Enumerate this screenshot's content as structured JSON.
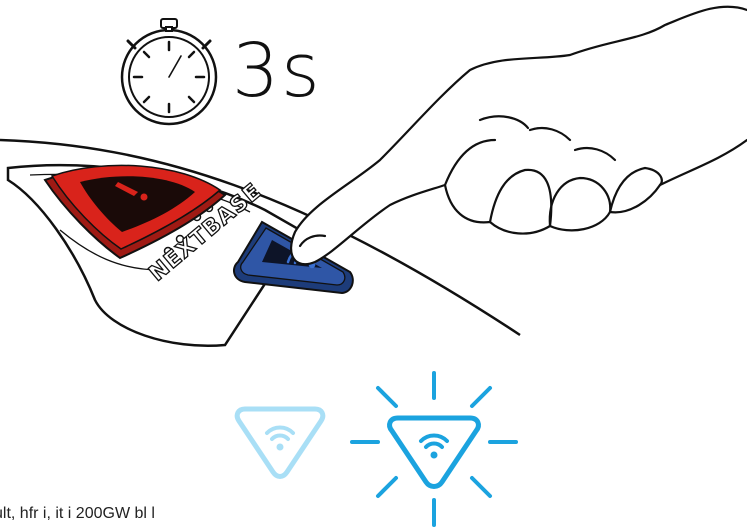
{
  "timer": {
    "icon": "stopwatch-icon",
    "duration_label": "3s"
  },
  "device": {
    "brand_text": "NEXTBASE",
    "emergency_button_icon": "exclamation-icon",
    "wifi_button_icon": "wifi-icon"
  },
  "hand_icon": "pointing-hand-icon",
  "indicators": {
    "off": {
      "icon": "wifi-triangle-icon",
      "color": "#a9dff6"
    },
    "on": {
      "icon": "wifi-triangle-icon",
      "color": "#1ba3df",
      "state": "flashing"
    }
  },
  "colors": {
    "emergency_red": "#d9231b",
    "wifi_blue": "#2f56a6",
    "outline": "#111111"
  },
  "caption": "ult, hfr i, it i 200GW bl l"
}
